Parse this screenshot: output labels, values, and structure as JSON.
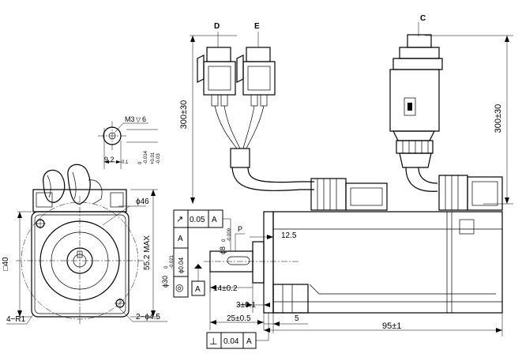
{
  "labels": {
    "connector_d": "D",
    "connector_e": "E",
    "connector_c": "C",
    "thread": "M3",
    "thread_depth_symbol": "▽",
    "thread_depth": "6",
    "keyway_length": "9.2",
    "keyway_length_tol": "-0.1",
    "keyway_tol_upper": "0",
    "keyway_tol_lower": "-0.014",
    "key_height_tol_upper": "+0.01",
    "key_height_tol_lower": "-0.03",
    "cable_length_left": "300±30",
    "cable_length_right": "300±30",
    "pilot_dia": "ϕ46",
    "body_height_max": "55.2 MAX",
    "flange_square": "□40",
    "corner_radius": "4−R1",
    "mount_holes": "2−ϕ4.5",
    "runout_symbol": "↗",
    "runout_value": "0.05",
    "runout_datum": "A",
    "shaft_tol_upper": "0",
    "shaft_tol_lower": "-0.009",
    "shaft_dia": "ϕ8",
    "p_label": "P",
    "keyway_to_face": "12.5",
    "spigot_dia": "ϕ30",
    "spigot_tol_upper": "0",
    "spigot_tol_lower": "-0.021",
    "concentricity_symbol": "◎",
    "concentricity_value": "ϕ0.04",
    "concentricity_datum": "A",
    "datum_a": "A",
    "key_length": "14±0.2",
    "spigot_depth": "3±0.1",
    "shaft_length": "25±0.5",
    "flange_thickness": "5",
    "body_length": "95±1",
    "perp_symbol": "⊥",
    "perp_value": "0.04",
    "perp_datum": "A"
  }
}
